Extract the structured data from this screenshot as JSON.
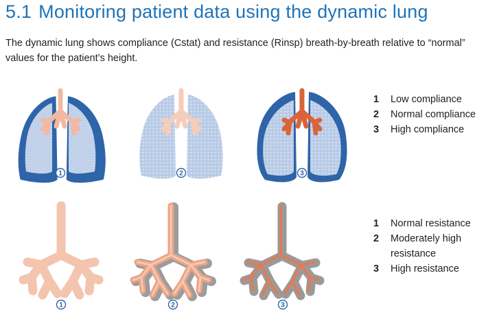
{
  "heading": {
    "number": "5.1",
    "title": "Monitoring patient data using the dynamic lung"
  },
  "intro": "The dynamic lung shows compliance (Cstat) and resistance (Rinsp) breath-by-breath relative to “normal” values for the patient’s height.",
  "compliance_legend": [
    {
      "num": "1",
      "text": "Low compliance"
    },
    {
      "num": "2",
      "text": "Normal compliance"
    },
    {
      "num": "3",
      "text": "High compliance"
    }
  ],
  "resistance_legend": [
    {
      "num": "1",
      "text": "Normal resistance"
    },
    {
      "num": "2",
      "text": "Moderately high resistance"
    },
    {
      "num": "3",
      "text": "High resistance"
    }
  ],
  "figure_badges": {
    "lungs": [
      "1",
      "2",
      "3"
    ],
    "airways": [
      "1",
      "2",
      "3"
    ]
  },
  "colors": {
    "heading_blue": "#1f73b7",
    "lung_dark_blue": "#2e64a8",
    "lung_light_blue": "#b8cbe6",
    "airway_salmon": "#f2c0a8",
    "airway_orange": "#e9845c",
    "resistance_gray": "#9a9a9a"
  }
}
